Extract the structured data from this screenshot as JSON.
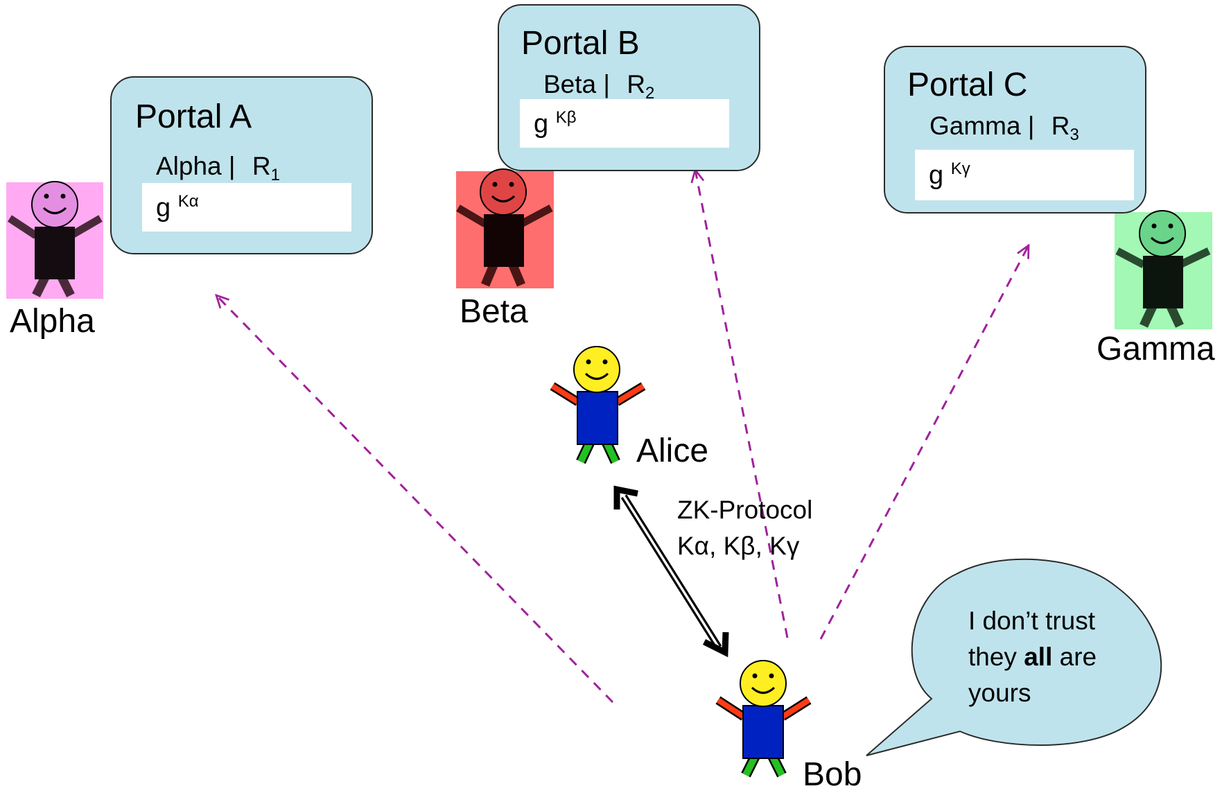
{
  "portals": [
    {
      "title": "Portal A",
      "user": "Alpha",
      "r": "R",
      "r_sub": "1",
      "key_base": "g",
      "key_exp": "Kα"
    },
    {
      "title": "Portal B",
      "user": "Beta",
      "r": "R",
      "r_sub": "2",
      "key_base": "g",
      "key_exp": "Kβ"
    },
    {
      "title": "Portal C",
      "user": "Gamma",
      "r": "R",
      "r_sub": "3",
      "key_base": "g",
      "key_exp": "Kγ"
    }
  ],
  "separator": "|",
  "people": {
    "alpha": "Alpha",
    "beta": "Beta",
    "gamma": "Gamma",
    "alice": "Alice",
    "bob": "Bob"
  },
  "protocol": {
    "line1": "ZK-Protocol",
    "line2": "Kα, Kβ, Kγ"
  },
  "speech": {
    "line1": "I don’t trust",
    "line2_pre": "they ",
    "line2_bold": "all",
    "line2_post": " are",
    "line3": "yours"
  },
  "colors": {
    "portal_fill": "#bfe3ec",
    "dashed_arrow": "#a0229c",
    "alpha_bg": "#ffaaf2",
    "beta_bg": "#ff6e6e",
    "gamma_bg": "#a2f8b4",
    "skin": "#ffee22",
    "shirt": "#0022c0",
    "arms": "#ff3b16",
    "legs": "#23c121"
  }
}
